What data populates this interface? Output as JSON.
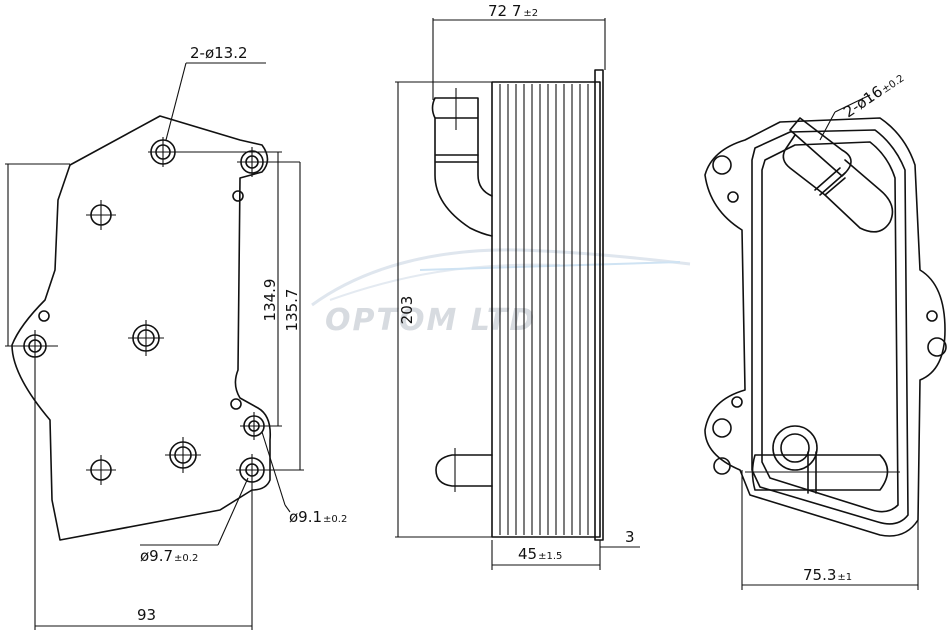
{
  "watermark": {
    "text": "OPTOM LTD"
  },
  "front_view": {
    "holes_label": "2-ø13.2",
    "dim_height_a": "134.9",
    "dim_height_b": "135.7",
    "hole_a_main": "ø9.1",
    "hole_a_tol": "±0.2",
    "hole_b_main": "ø9.7",
    "hole_b_tol": "±0.2",
    "width": "93"
  },
  "side_view": {
    "top_width_main": "72 7",
    "top_width_tol": "±2",
    "height": "203",
    "stack_main": "45",
    "stack_tol": "±1.5",
    "plate": "3"
  },
  "rear_view": {
    "pipe_main": "2-ø16",
    "pipe_tol": "±0.2",
    "width_main": "75.3",
    "width_tol": "±1"
  }
}
